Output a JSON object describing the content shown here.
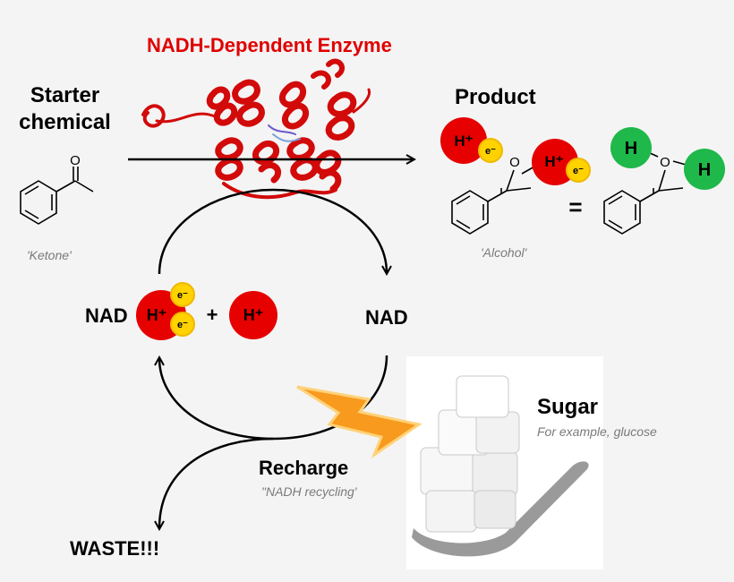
{
  "enzyme_title": "NADH-Dependent Enzyme",
  "starter": {
    "line1": "Starter",
    "line2": "chemical",
    "caption": "'Ketone'"
  },
  "ketone_atom": "O",
  "product": {
    "title": "Product",
    "caption": "'Alcohol'",
    "proton": "H⁺",
    "electron": "e⁻",
    "oxygen": "O",
    "equals": "=",
    "hydrogen": "H"
  },
  "cycle": {
    "nadh_prefix": "NAD",
    "nadh_proton": "H⁺",
    "electron": "e⁻",
    "plus": "+",
    "free_proton": "H⁺",
    "nad_label": "NAD"
  },
  "recharge": {
    "label": "Recharge",
    "caption": "\"NADH recycling'"
  },
  "sugar": {
    "label": "Sugar",
    "caption": "For example, glucose"
  },
  "waste": "WASTE!!!",
  "colors": {
    "proton_red": "#e60000",
    "electron_yellow": "#ffd200",
    "hydrogen_green": "#1fb84a",
    "lightning_orange": "#f79a1e",
    "enzyme_red": "#d20a0a",
    "title_red": "#e10000"
  }
}
